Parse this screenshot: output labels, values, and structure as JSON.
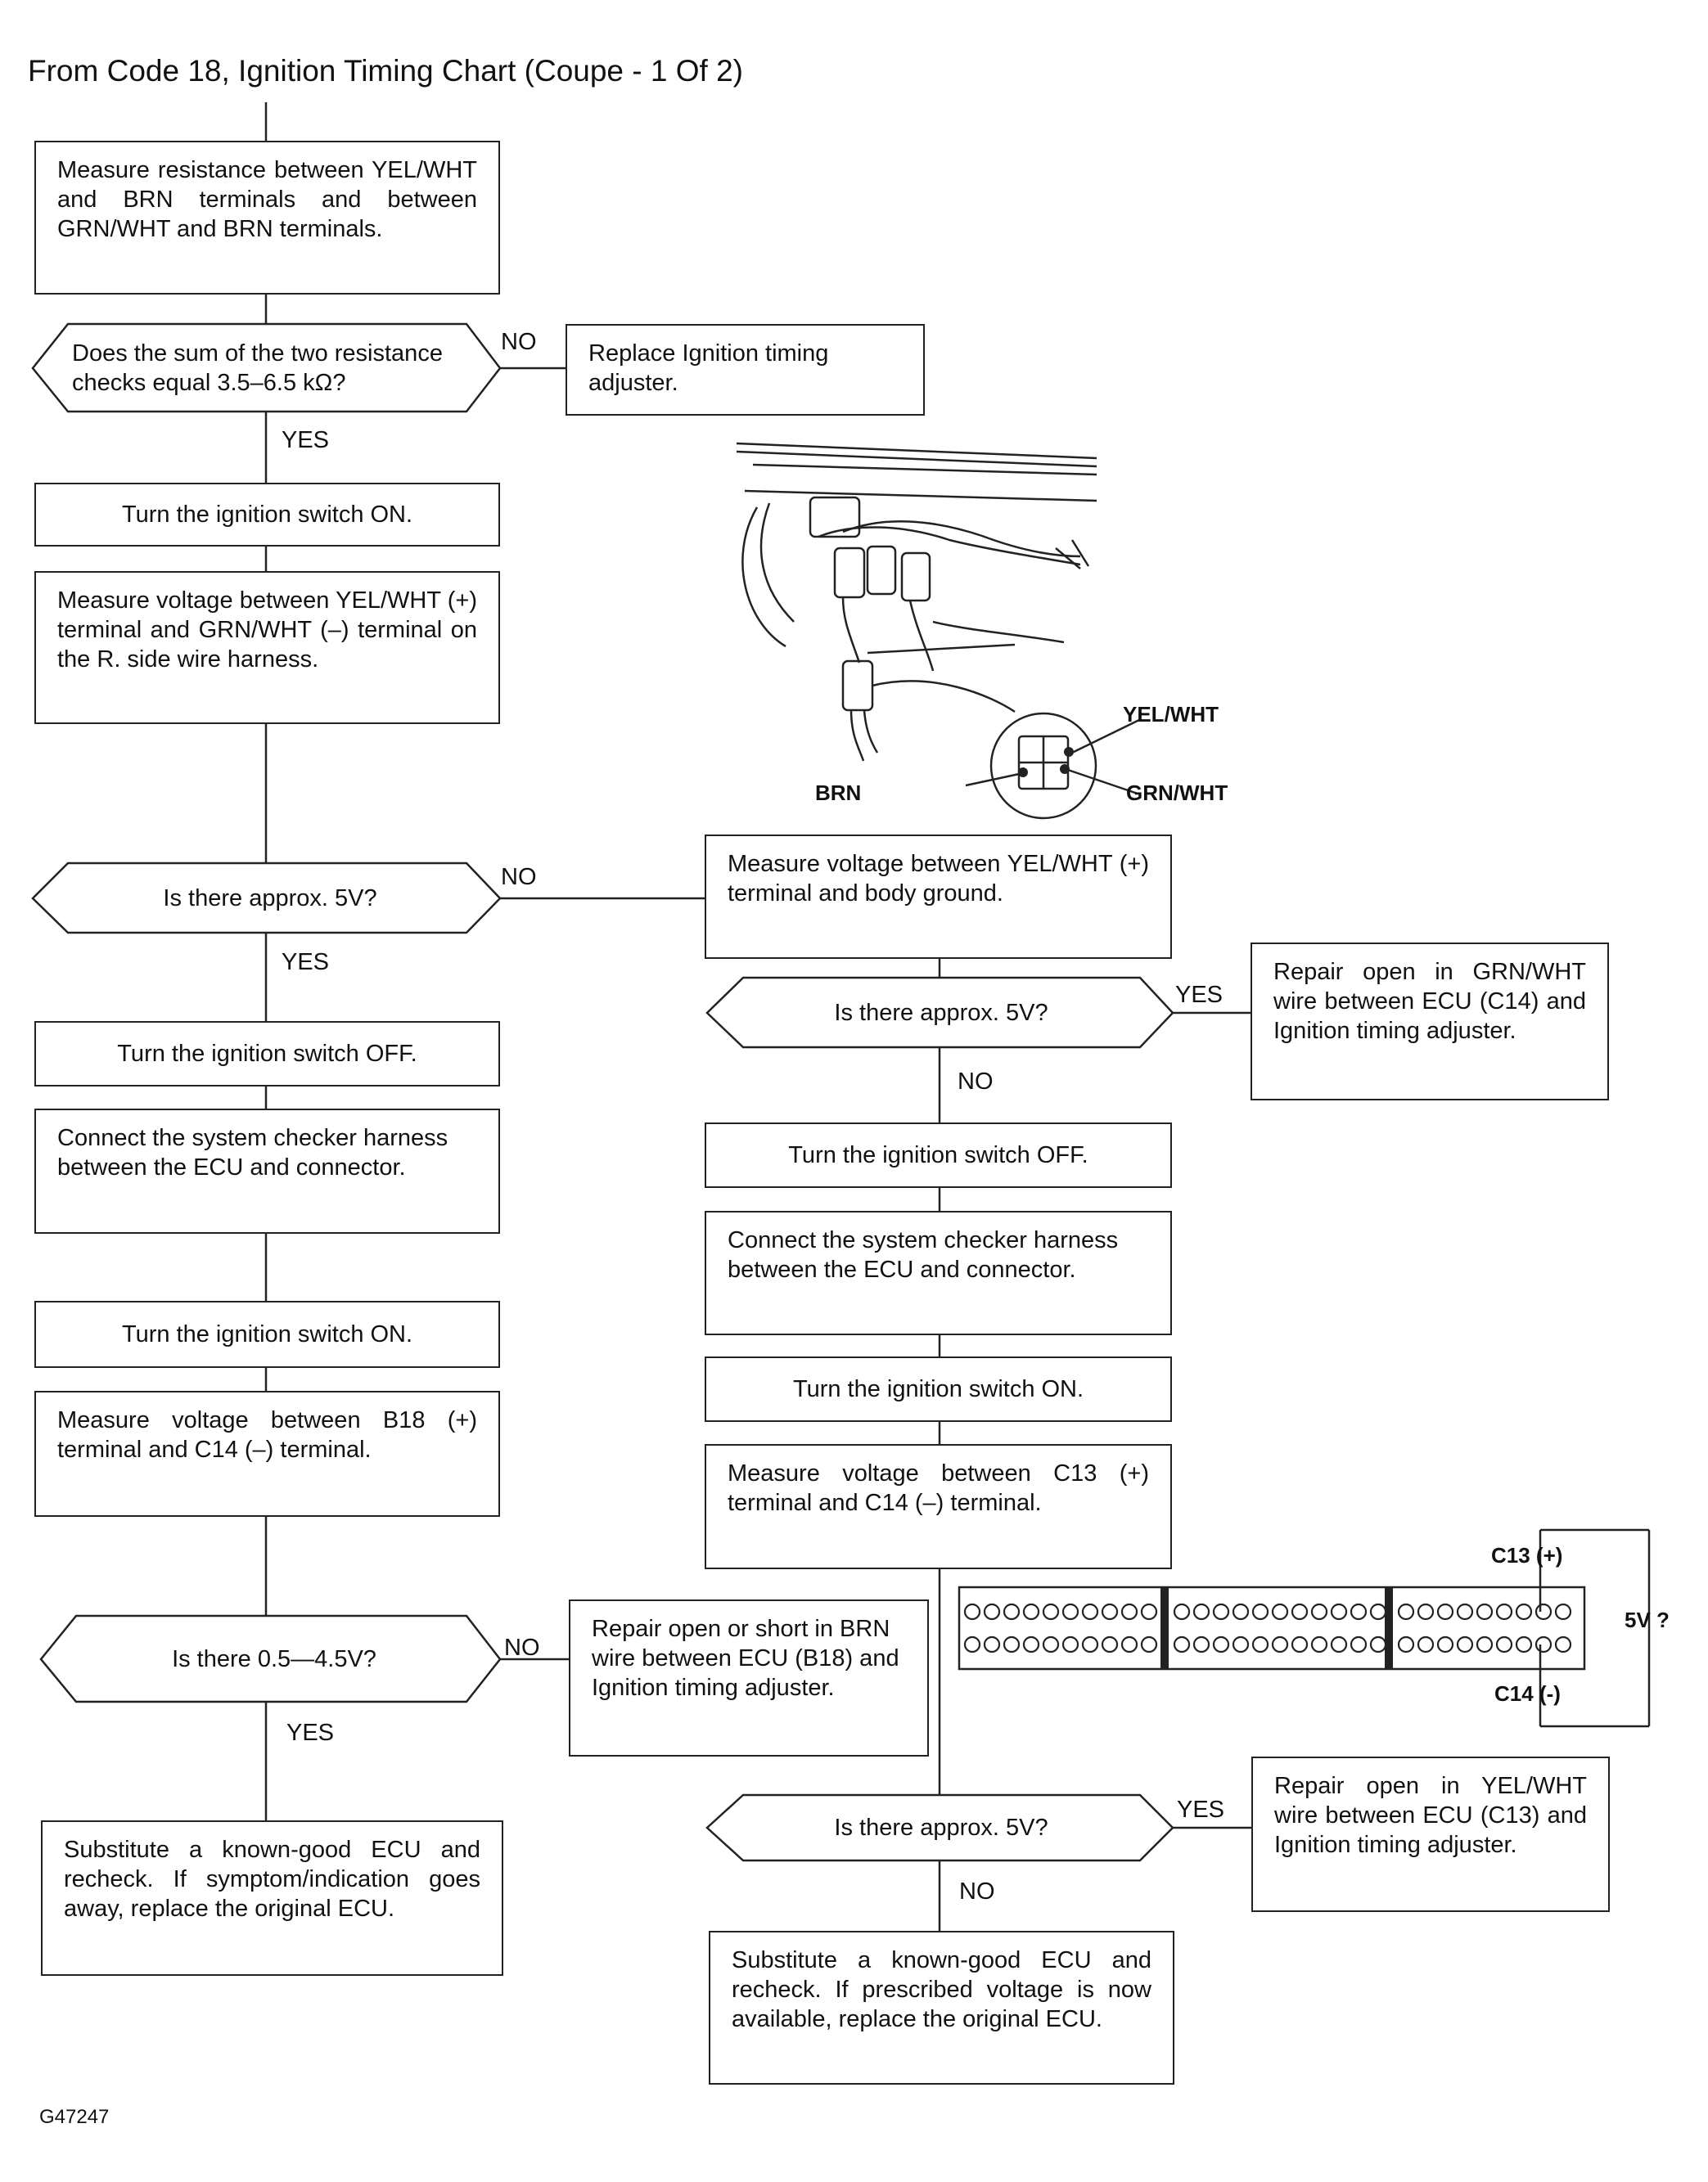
{
  "heading": "From Code 18, Ignition Timing Chart (Coupe - 1 Of 2)",
  "figure_code": "G47247",
  "left_column": {
    "measure_resistance": "Measure resistance between YEL/WHT and BRN terminals and between GRN/WHT and BRN terminals.",
    "decision_sum": "Does the sum of the two resistance checks equal 3.5–6.5 kΩ?",
    "replace_adjuster": "Replace Ignition timing adjuster.",
    "ignition_on_1": "Turn the ignition switch ON.",
    "measure_voltage_harness": "Measure voltage between YEL/WHT (+) terminal and GRN/WHT (–) terminal on the R. side wire harness.",
    "decision_5v": "Is there approx. 5V?",
    "ignition_off": "Turn the ignition switch OFF.",
    "connect_checker": "Connect the system checker harness between the ECU and connector.",
    "ignition_on_2": "Turn the ignition switch ON.",
    "measure_b18_c14": "Measure voltage between B18 (+) terminal and C14 (–) terminal.",
    "decision_range": "Is there 0.5—4.5V?",
    "repair_brn": "Repair open or short in BRN wire between ECU (B18) and Ignition timing adjuster.",
    "substitute_ecu": "Substitute a known-good ECU and recheck. If symptom/indication goes away, replace the original ECU."
  },
  "right_column": {
    "measure_body_ground": "Measure voltage between YEL/WHT (+) terminal and body ground.",
    "decision_5v_a": "Is there approx. 5V?",
    "repair_grn": "Repair open in GRN/WHT wire between ECU (C14) and Ignition timing adjuster.",
    "ignition_off": "Turn the ignition switch OFF.",
    "connect_checker": "Connect the system checker harness between the ECU and connector.",
    "ignition_on": "Turn the ignition switch ON.",
    "measure_c13_c14": "Measure voltage between C13 (+) terminal and C14 (–) terminal.",
    "decision_5v_b": "Is there approx. 5V?",
    "repair_yel": "Repair open in YEL/WHT wire between ECU (C13) and Ignition timing adjuster.",
    "substitute_ecu": "Substitute a known-good ECU and recheck. If prescribed voltage is now available, replace the original ECU."
  },
  "labels": {
    "yes": "YES",
    "no": "NO"
  },
  "connector_figure": {
    "yel_wht": "YEL/WHT",
    "brn": "BRN",
    "grn_wht": "GRN/WHT"
  },
  "ecu_figure": {
    "c13": "C13 (+)",
    "c14": "C14 (-)",
    "question": "5V ?"
  }
}
